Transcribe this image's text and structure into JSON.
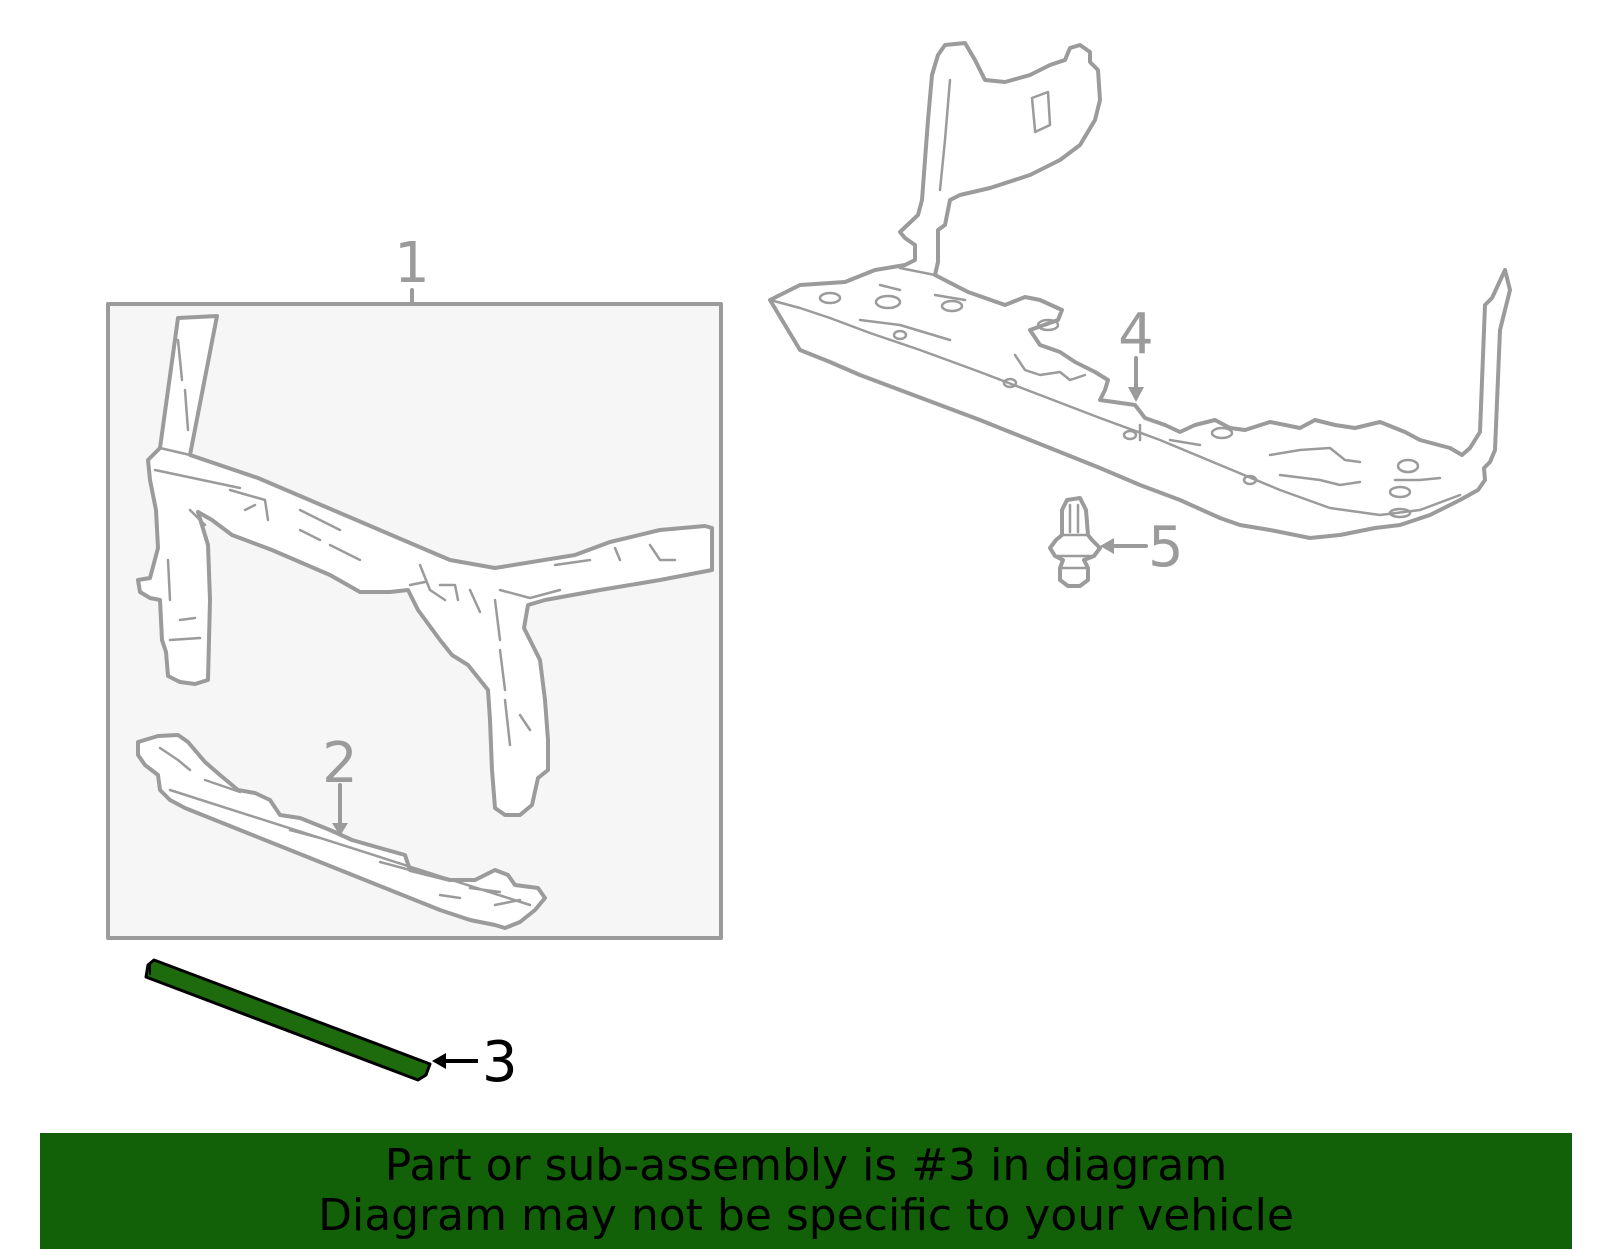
{
  "diagram": {
    "callouts": {
      "c1": "1",
      "c2": "2",
      "c3": "3",
      "c4": "4",
      "c5": "5"
    },
    "highlighted_part": "3",
    "colors": {
      "outline": "#9b9b9b",
      "assembly_box_fill": "#f6f6f6",
      "highlight_fill": "#1e6b0e",
      "highlight_stroke": "#000000",
      "banner_background": "#126007",
      "callout_text": "#9b9b9b",
      "highlight_text": "#000000"
    }
  },
  "banner": {
    "line1": "Part or sub-assembly is #3 in diagram",
    "line2": "Diagram may not be specific to your vehicle"
  }
}
